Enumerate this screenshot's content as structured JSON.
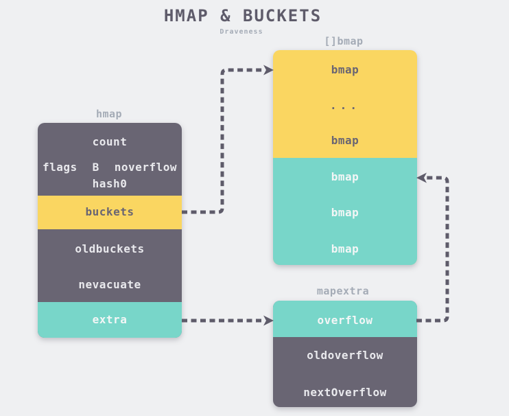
{
  "title": "HMAP & BUCKETS",
  "subtitle": "Draveness",
  "colors": {
    "background": "#eff0f2",
    "struct_dark": "#696573",
    "accent_yellow": "#fad661",
    "accent_teal": "#78d6c9",
    "label_gray": "#a4abb6",
    "arrow": "#5e5b6a",
    "text_on_dark": "#e9e9ed",
    "text_on_yellow": "#696573",
    "text_on_teal": "#f3f6f6"
  },
  "hmap": {
    "label": "hmap",
    "fields": {
      "count": "count",
      "flags": "flags",
      "b": "B",
      "noverflow": "noverflow",
      "hash0": "hash0",
      "buckets": "buckets",
      "oldbuckets": "oldbuckets",
      "nevacuate": "nevacuate",
      "extra": "extra"
    }
  },
  "bmap_array": {
    "label": "[]bmap",
    "yellow_rows": [
      "bmap",
      "...",
      "bmap"
    ],
    "teal_rows": [
      "bmap",
      "bmap",
      "bmap"
    ]
  },
  "mapextra": {
    "label": "mapextra",
    "fields": {
      "overflow": "overflow",
      "oldoverflow": "oldoverflow",
      "nextOverflow": "nextOverflow"
    }
  }
}
